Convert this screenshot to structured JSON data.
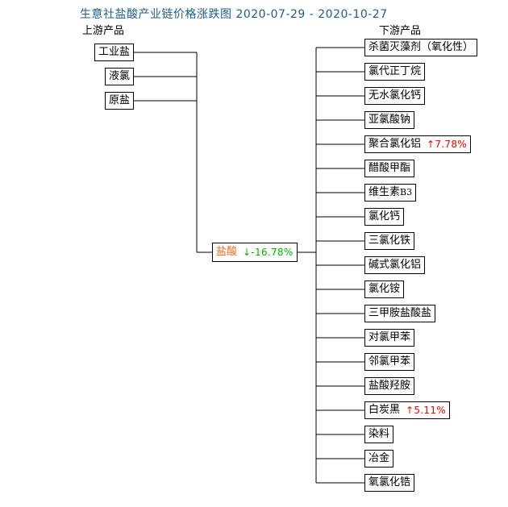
{
  "title": "生意社盐酸产业链价格涨跌图  2020-07-29 - 2020-10-27",
  "columns": {
    "upstream_label": "上游产品",
    "downstream_label": "下游产品"
  },
  "colors": {
    "title": "#1d5c8a",
    "hub_name": "#f26a1b",
    "rise": "#ff0000",
    "fall": "#00b400",
    "box_border": "#000000",
    "line": "#000000"
  },
  "hub": {
    "name": "盐酸",
    "arrow": "↓",
    "change": "-16.78%",
    "direction": "down"
  },
  "upstream": [
    {
      "name": "工业盐"
    },
    {
      "name": "液氯"
    },
    {
      "name": "原盐"
    }
  ],
  "downstream": [
    {
      "name": "杀菌灭藻剂（氧化性）",
      "arrow": "",
      "change": "",
      "direction": "none"
    },
    {
      "name": "氯代正丁烷",
      "arrow": "",
      "change": "",
      "direction": "none"
    },
    {
      "name": "无水氯化钙",
      "arrow": "",
      "change": "",
      "direction": "none"
    },
    {
      "name": "亚氯酸钠",
      "arrow": "",
      "change": "",
      "direction": "none"
    },
    {
      "name": "聚合氯化铝",
      "arrow": "↑",
      "change": "7.78%",
      "direction": "up"
    },
    {
      "name": "醋酸甲酯",
      "arrow": "",
      "change": "",
      "direction": "none"
    },
    {
      "name": "维生素",
      "suffix": "B3",
      "arrow": "",
      "change": "",
      "direction": "none"
    },
    {
      "name": "氯化钙",
      "arrow": "",
      "change": "",
      "direction": "none"
    },
    {
      "name": "三氯化铁",
      "arrow": "",
      "change": "",
      "direction": "none"
    },
    {
      "name": "碱式氯化铝",
      "arrow": "",
      "change": "",
      "direction": "none"
    },
    {
      "name": "氯化铵",
      "arrow": "",
      "change": "",
      "direction": "none"
    },
    {
      "name": "三甲胺盐酸盐",
      "arrow": "",
      "change": "",
      "direction": "none"
    },
    {
      "name": "对氯甲苯",
      "arrow": "",
      "change": "",
      "direction": "none"
    },
    {
      "name": "邻氯甲苯",
      "arrow": "",
      "change": "",
      "direction": "none"
    },
    {
      "name": "盐酸羟胺",
      "arrow": "",
      "change": "",
      "direction": "none"
    },
    {
      "name": "白炭黑",
      "arrow": "↑",
      "change": "5.11%",
      "direction": "up"
    },
    {
      "name": "染料",
      "arrow": "",
      "change": "",
      "direction": "none"
    },
    {
      "name": "冶金",
      "arrow": "",
      "change": "",
      "direction": "none"
    },
    {
      "name": "氧氯化锆",
      "arrow": "",
      "change": "",
      "direction": "none"
    }
  ],
  "chart_data": {
    "type": "diagram",
    "title": "生意社盐酸产业链价格涨跌图  2020-07-29 - 2020-10-27",
    "center": {
      "label": "盐酸",
      "change_pct": -16.78
    },
    "upstream_nodes": [
      "工业盐",
      "液氯",
      "原盐"
    ],
    "downstream_nodes": [
      {
        "label": "杀菌灭藻剂（氧化性）",
        "change_pct": null
      },
      {
        "label": "氯代正丁烷",
        "change_pct": null
      },
      {
        "label": "无水氯化钙",
        "change_pct": null
      },
      {
        "label": "亚氯酸钠",
        "change_pct": null
      },
      {
        "label": "聚合氯化铝",
        "change_pct": 7.78
      },
      {
        "label": "醋酸甲酯",
        "change_pct": null
      },
      {
        "label": "维生素B3",
        "change_pct": null
      },
      {
        "label": "氯化钙",
        "change_pct": null
      },
      {
        "label": "三氯化铁",
        "change_pct": null
      },
      {
        "label": "碱式氯化铝",
        "change_pct": null
      },
      {
        "label": "氯化铵",
        "change_pct": null
      },
      {
        "label": "三甲胺盐酸盐",
        "change_pct": null
      },
      {
        "label": "对氯甲苯",
        "change_pct": null
      },
      {
        "label": "邻氯甲苯",
        "change_pct": null
      },
      {
        "label": "盐酸羟胺",
        "change_pct": null
      },
      {
        "label": "白炭黑",
        "change_pct": 5.11
      },
      {
        "label": "染料",
        "change_pct": null
      },
      {
        "label": "冶金",
        "change_pct": null
      },
      {
        "label": "氧氯化锆",
        "change_pct": null
      }
    ]
  }
}
